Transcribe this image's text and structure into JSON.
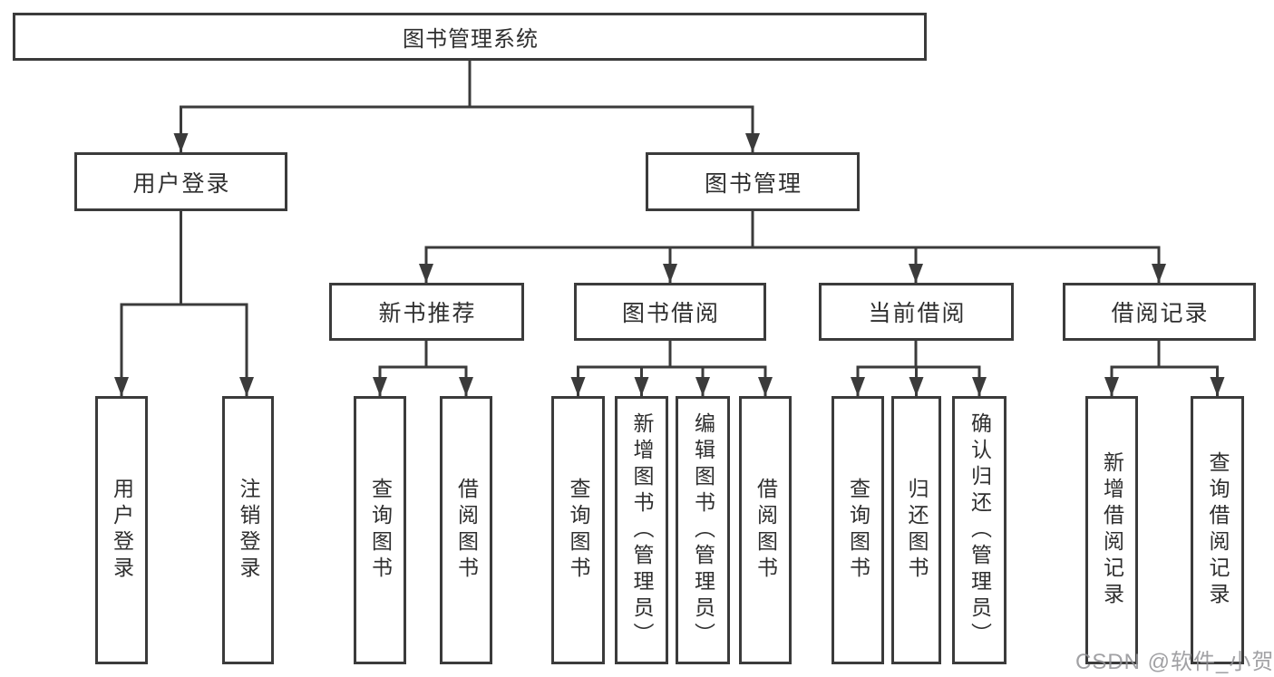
{
  "tree": {
    "label": "图书管理系统",
    "children": [
      {
        "label": "用户登录",
        "children": [
          {
            "label": "用户登录"
          },
          {
            "label": "注销登录"
          }
        ]
      },
      {
        "label": "图书管理",
        "children": [
          {
            "label": "新书推荐",
            "children": [
              {
                "label": "查询图书"
              },
              {
                "label": "借阅图书"
              }
            ]
          },
          {
            "label": "图书借阅",
            "children": [
              {
                "label": "查询图书"
              },
              {
                "label": "新增图书（管理员）"
              },
              {
                "label": "编辑图书（管理员）"
              },
              {
                "label": "借阅图书"
              }
            ]
          },
          {
            "label": "当前借阅",
            "children": [
              {
                "label": "查询图书"
              },
              {
                "label": "归还图书"
              },
              {
                "label": "确认归还（管理员）"
              }
            ]
          },
          {
            "label": "借阅记录",
            "children": [
              {
                "label": "新增借阅记录"
              },
              {
                "label": "查询借阅记录"
              }
            ]
          }
        ]
      }
    ]
  },
  "watermark": "CSDN @软件_小贺同学",
  "colors": {
    "line": "#3b3b3b",
    "text": "#2f2f2f",
    "watermark": "#919194",
    "background": "#ffffff"
  }
}
